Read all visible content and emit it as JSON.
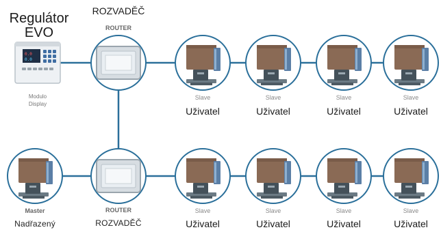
{
  "regulator": {
    "title_line1": "Regulátor",
    "title_line2": "EVO",
    "caption_line1": "Modulo",
    "caption_line2": "Display",
    "screen_value_1": "0.0",
    "screen_value_2": "0.0"
  },
  "top_router": {
    "caption": "ROZVADĚČ",
    "sublabel": "ROUTER"
  },
  "bottom_router": {
    "sublabel": "ROUTER",
    "caption": "ROZVADĚČ"
  },
  "master": {
    "sublabel": "Master",
    "caption": "Nadřazený"
  },
  "top_row": [
    {
      "sublabel": "Slave",
      "caption": "Uživatel"
    },
    {
      "sublabel": "Slave",
      "caption": "Uživatel"
    },
    {
      "sublabel": "Slave",
      "caption": "Uživatel"
    },
    {
      "sublabel": "Slave",
      "caption": "Uživatel"
    }
  ],
  "bottom_row": [
    {
      "sublabel": "Slave",
      "caption": "Uživatel"
    },
    {
      "sublabel": "Slave",
      "caption": "Uživatel"
    },
    {
      "sublabel": "Slave",
      "caption": "Uživatel"
    },
    {
      "sublabel": "Slave",
      "caption": "Uživatel"
    }
  ],
  "colors": {
    "link": "#2a6f9a",
    "node_ring": "#2a6f9a",
    "unit_body": "#8a6a55",
    "unit_panel": "#5b7fa6",
    "unit_base": "#6b7a84",
    "screen": "#d9e2ea",
    "regulator_face": "#eef1f4"
  }
}
